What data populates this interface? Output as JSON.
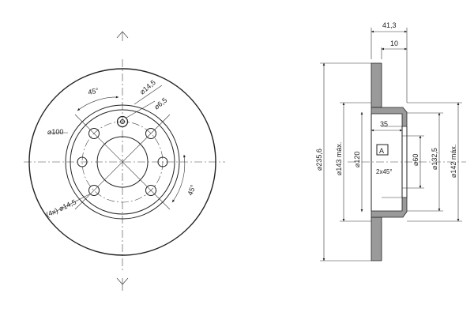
{
  "front_view": {
    "dim_hole_dia": "⌀14,5",
    "dim_small_hole": "⌀6,5",
    "dim_pcd": "⌀100",
    "dim_holes_count": "(4x) ⌀14,5",
    "angle_top": "45°",
    "angle_right": "45°"
  },
  "side_view": {
    "dim_total_width": "41,3",
    "dim_disc_thickness": "10",
    "dim_hub_depth": "35",
    "dim_outer_dia": "⌀235,6",
    "dim_143": "⌀143 máx.",
    "dim_120": "⌀120",
    "dim_60": "⌀60",
    "dim_132": "⌀132,5",
    "dim_142": "⌀142 máx.",
    "datum_label": "A",
    "chamfer": "2x45°"
  }
}
